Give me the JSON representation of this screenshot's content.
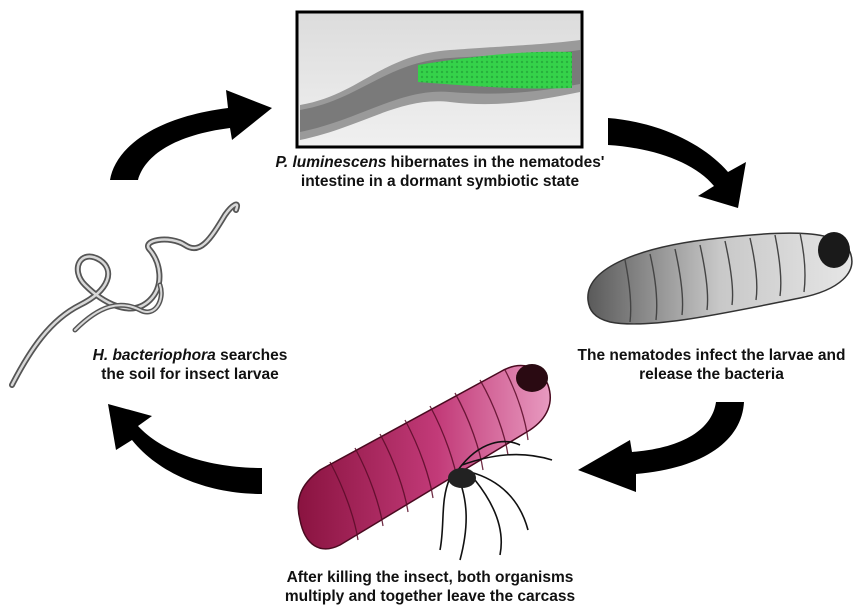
{
  "stages": [
    {
      "id": "symbiosis",
      "italic": "P. luminescens",
      "line1_rest": " hibernates in the nematodes'",
      "line2": "intestine in a dormant symbiotic state"
    },
    {
      "id": "infection",
      "line1": "The nematodes infect the larvae and",
      "line2": "release the bacteria"
    },
    {
      "id": "multiplication",
      "line1": "After killing the insect, both organisms",
      "line2": "multiply and together leave the carcass"
    },
    {
      "id": "search",
      "italic": "H. bacteriophora",
      "line1_rest": " searches",
      "line2": "the soil for insect larvae"
    }
  ],
  "colors": {
    "arrow": "#000000",
    "gfp_green": "#35d24a",
    "infected_larva": "#c23a78",
    "healthy_larva": "#8a8a8a",
    "nematode": "#6a6a6a"
  },
  "icons": [
    "cycle-arrow-icon",
    "nematode-gut-micrograph",
    "larva-image",
    "infected-larva-image",
    "nematode-worm-image"
  ]
}
